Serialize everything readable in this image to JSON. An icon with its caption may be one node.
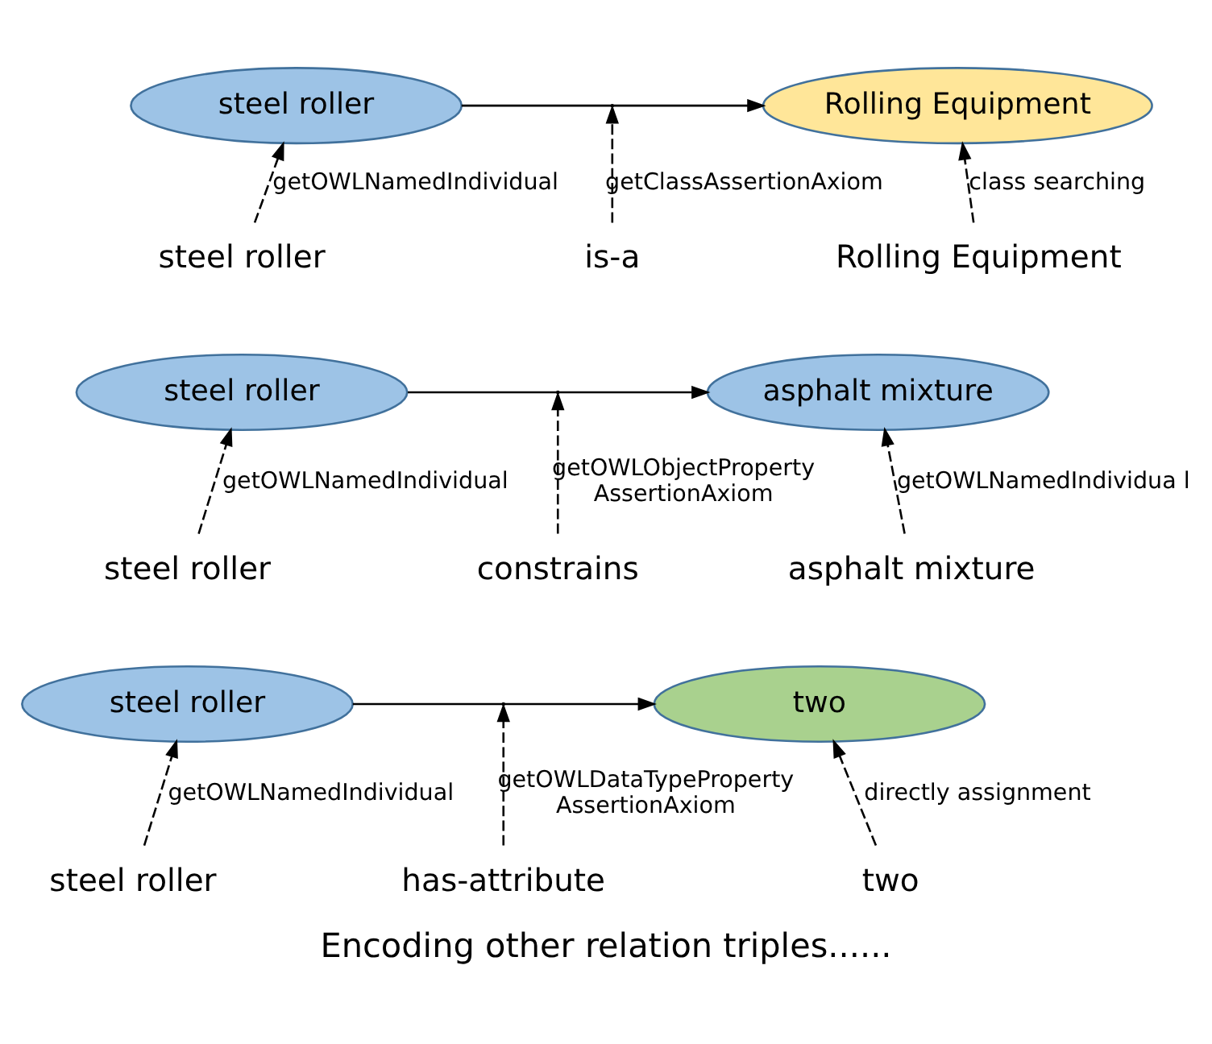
{
  "diagram": {
    "caption": "Encoding other relation triples......",
    "nodes": [
      {
        "text": [
          "steel roller"
        ]
      },
      {
        "text": [
          "Rolling Equipment"
        ]
      },
      {
        "text": [
          "steel roller"
        ]
      },
      {
        "text": [
          "is-a"
        ]
      },
      {
        "text": [
          "Rolling Equipment"
        ]
      },
      {
        "text": [
          "steel roller"
        ]
      },
      {
        "text": [
          "asphalt mixture"
        ]
      },
      {
        "text": [
          "steel roller"
        ]
      },
      {
        "text": [
          "constrains"
        ]
      },
      {
        "text": [
          "asphalt mixture"
        ]
      },
      {
        "text": [
          "steel roller"
        ]
      },
      {
        "text": [
          "two"
        ]
      },
      {
        "text": [
          "steel roller"
        ]
      },
      {
        "text": [
          "has-attribute"
        ]
      },
      {
        "text": [
          "two"
        ]
      }
    ],
    "edges": [
      {
        "from": 0,
        "to": 1,
        "arrow": "to"
      },
      {
        "from": 2,
        "to": 0,
        "arrow": "to",
        "style": "dashed",
        "label": "getOWLNamedIndividual"
      },
      {
        "from": 3,
        "to": null,
        "arrow": "to",
        "style": "dashed",
        "label": "getClassAssertionAxiom"
      },
      {
        "from": 4,
        "to": 1,
        "arrow": "to",
        "style": "dashed",
        "label": "class searching"
      },
      {
        "from": 5,
        "to": 6,
        "arrow": "to"
      },
      {
        "from": 7,
        "to": 5,
        "arrow": "to",
        "style": "dashed",
        "label": "getOWLNamedIndividual"
      },
      {
        "from": 8,
        "to": null,
        "arrow": "to",
        "style": "dashed",
        "label": "getOWLObjectProperty AssertionAxiom"
      },
      {
        "from": 9,
        "to": 6,
        "arrow": "to",
        "style": "dashed",
        "label": "getOWLNamedIndividua l"
      },
      {
        "from": 10,
        "to": 11,
        "arrow": "to"
      },
      {
        "from": 12,
        "to": 10,
        "arrow": "to",
        "style": "dashed",
        "label": "getOWLNamedIndividual"
      },
      {
        "from": 13,
        "to": null,
        "arrow": "to",
        "style": "dashed",
        "label": "getOWLDataTypeProperty AssertionAxiom"
      },
      {
        "from": 14,
        "to": 11,
        "arrow": "to",
        "style": "dashed",
        "label": "directly assignment"
      }
    ]
  }
}
